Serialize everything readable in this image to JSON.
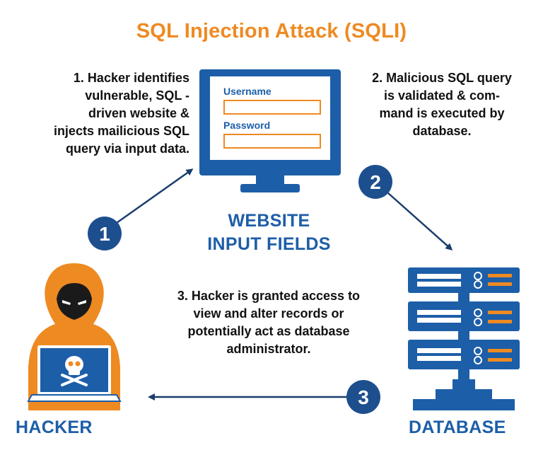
{
  "title": "SQL Injection Attack (SQLI)",
  "steps": {
    "step1_lines": [
      "1. Hacker identifies",
      "vulnerable, SQL -",
      "driven website &",
      "injects mailicious SQL",
      "query via input data."
    ],
    "step2_lines": [
      "2. Malicious SQL query",
      "is validated & com-",
      "mand is executed by",
      "database."
    ],
    "step3_lines": [
      "3. Hacker is granted access to",
      "view and alter records or",
      "potentially act as database",
      "administrator."
    ]
  },
  "website": {
    "label_lines": [
      "WEBSITE",
      "INPUT FIELDS"
    ],
    "username_label": "Username",
    "password_label": "Password",
    "username_value": "",
    "password_value": ""
  },
  "hacker_label": "HACKER",
  "database_label": "DATABASE",
  "badges": [
    "1",
    "2",
    "3"
  ],
  "colors": {
    "orange": "#ee8a22",
    "blue": "#1d5ea8",
    "navy": "#1a3d6e",
    "text": "#111111"
  },
  "icons": [
    "monitor-icon",
    "hacker-icon",
    "skull-icon",
    "database-server-icon"
  ]
}
